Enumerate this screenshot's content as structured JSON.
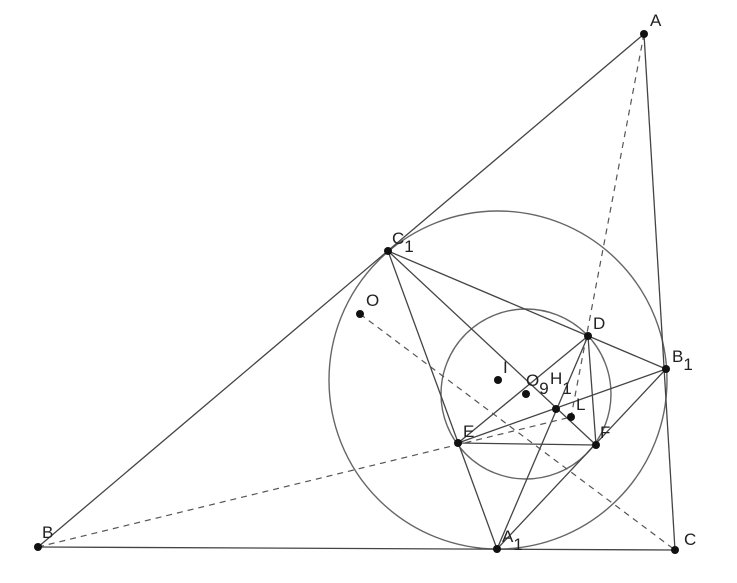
{
  "points": {
    "A": {
      "label": "A",
      "sub": ""
    },
    "B": {
      "label": "B",
      "sub": ""
    },
    "C": {
      "label": "C",
      "sub": ""
    },
    "C1": {
      "label": "C",
      "sub": "1"
    },
    "B1": {
      "label": "B",
      "sub": "1"
    },
    "A1": {
      "label": "A",
      "sub": "1"
    },
    "D": {
      "label": "D",
      "sub": ""
    },
    "E": {
      "label": "E",
      "sub": ""
    },
    "F": {
      "label": "F",
      "sub": ""
    },
    "I": {
      "label": "I",
      "sub": ""
    },
    "O": {
      "label": "O",
      "sub": ""
    },
    "O9": {
      "label": "O",
      "sub": "9"
    },
    "H1": {
      "label": "H",
      "sub": "1"
    },
    "L": {
      "label": "L",
      "sub": ""
    }
  },
  "colors": {
    "line": "#444444",
    "point": "#111111",
    "circle": "#666666"
  }
}
